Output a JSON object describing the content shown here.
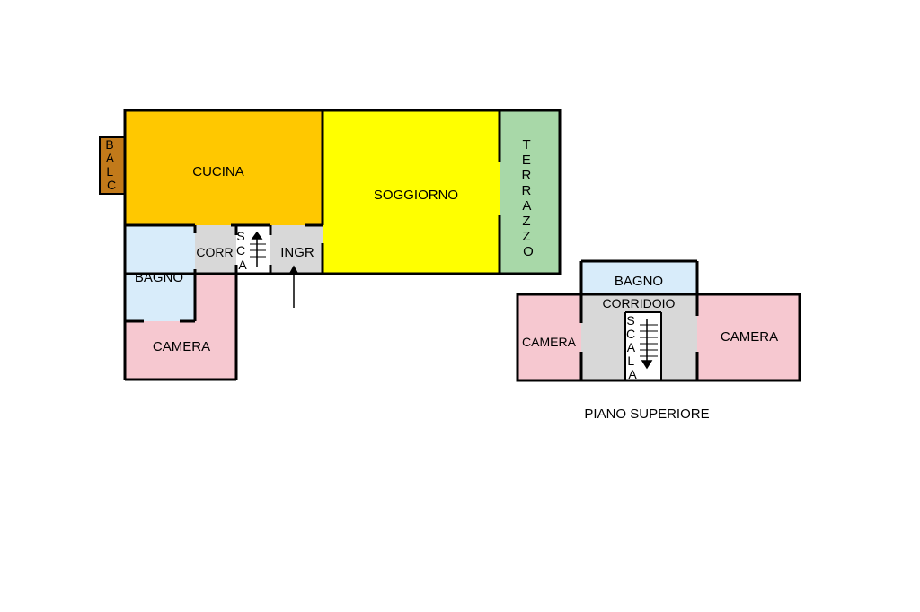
{
  "ground_floor": {
    "rooms": {
      "balc": "BALC",
      "cucina": "CUCINA",
      "soggiorno": "SOGGIORNO",
      "terrazzo": "TERRAZZO",
      "bagno": "BAGNO",
      "corr": "CORR",
      "scala": "SCA",
      "ingr": "INGR",
      "camera": "CAMERA"
    }
  },
  "upper_floor": {
    "title": "PIANO SUPERIORE",
    "rooms": {
      "bagno": "BAGNO",
      "corridoio": "CORRIDOIO",
      "scala": "SCALA",
      "camera_left": "CAMERA",
      "camera_right": "CAMERA"
    }
  },
  "colors": {
    "kitchen": "#FFC800",
    "living": "#FFFF00",
    "terrace": "#A8D8A8",
    "bath": "#D8ECFA",
    "bedroom": "#F6C8D0",
    "corridor": "#D8D8D8",
    "balcony": "#C27A1A"
  }
}
